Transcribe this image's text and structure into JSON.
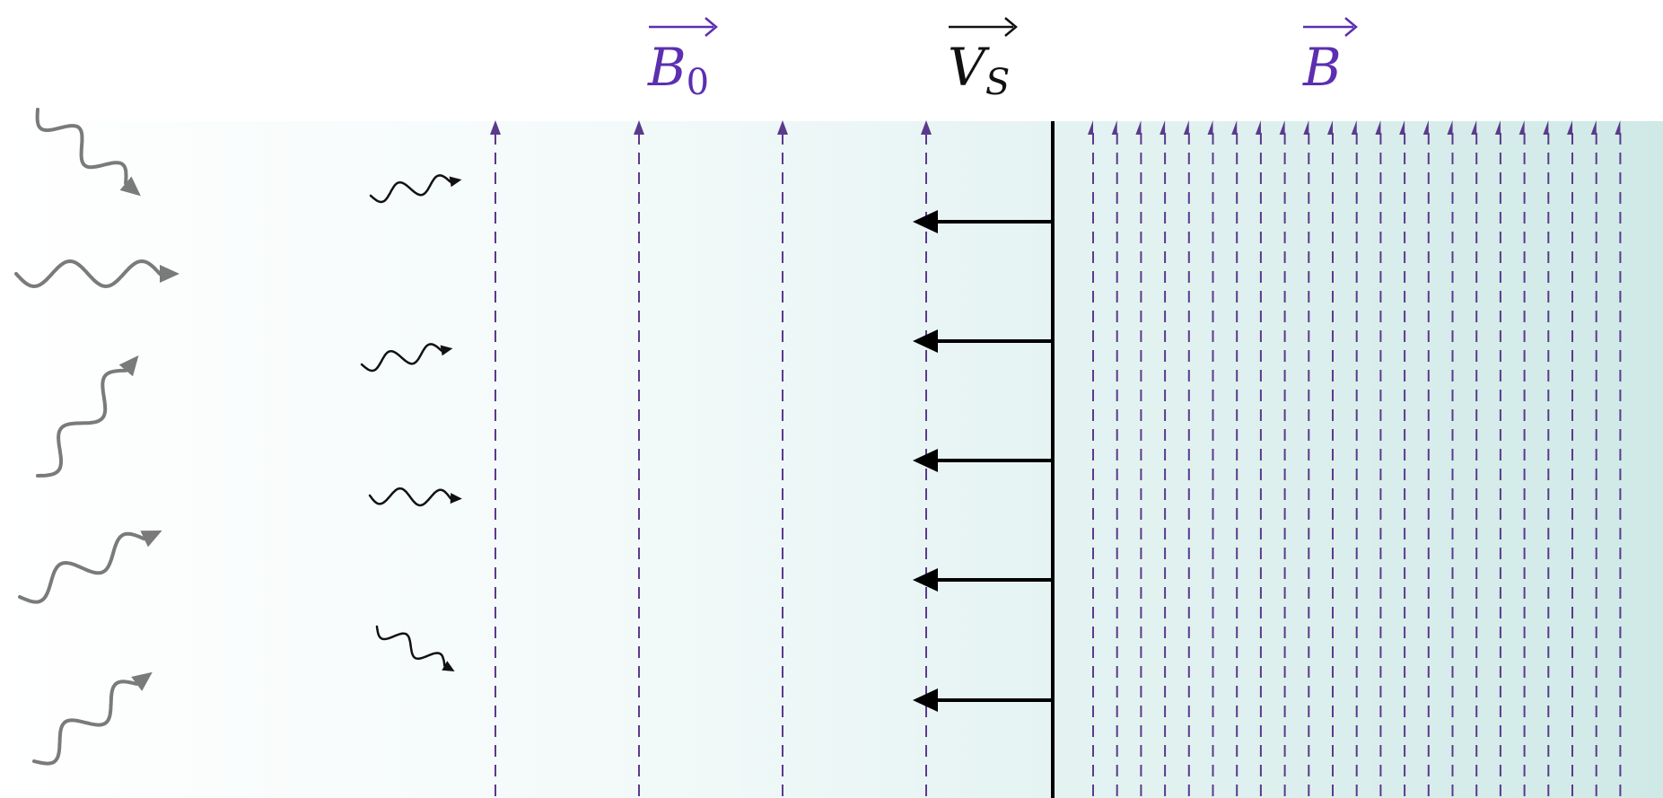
{
  "labels": {
    "b0": {
      "symbol": "B",
      "subscript": "0"
    },
    "vs": {
      "symbol": "V",
      "subscript": "S"
    },
    "b": {
      "symbol": "B",
      "subscript": ""
    }
  },
  "colors": {
    "field": "#5b3a8c",
    "label_field": "#5b2fb0",
    "label_velocity": "#111111",
    "shock_front": "#000000",
    "wave_upstream": "#7a7a7a",
    "wave_downstream": "#111111",
    "background_gradient": [
      "#ffffff",
      "#f2f9f9",
      "#e2f2f1",
      "#cfe9e7"
    ]
  },
  "icons": {
    "field_line": "dashed-arrow-up-icon",
    "velocity": "arrow-left-icon",
    "wave": "wavy-arrow-icon"
  }
}
